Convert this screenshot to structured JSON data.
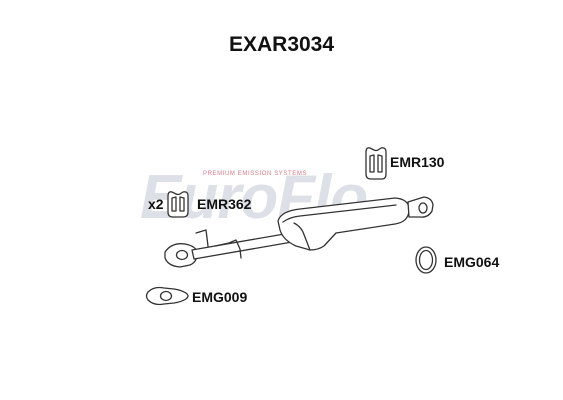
{
  "title": "EXAR3034",
  "watermark": {
    "logo_text": "EuroFlo",
    "tagline": "PREMIUM EMISSION SYSTEMS"
  },
  "parts": {
    "emr130": {
      "code": "EMR130"
    },
    "emr362": {
      "code": "EMR362",
      "quantity": "x2"
    },
    "emg064": {
      "code": "EMG064"
    },
    "emg009": {
      "code": "EMG009"
    }
  },
  "colors": {
    "outline": "#333333",
    "watermark": "#c2c8d2",
    "watermark_tag": "#e07a86"
  }
}
